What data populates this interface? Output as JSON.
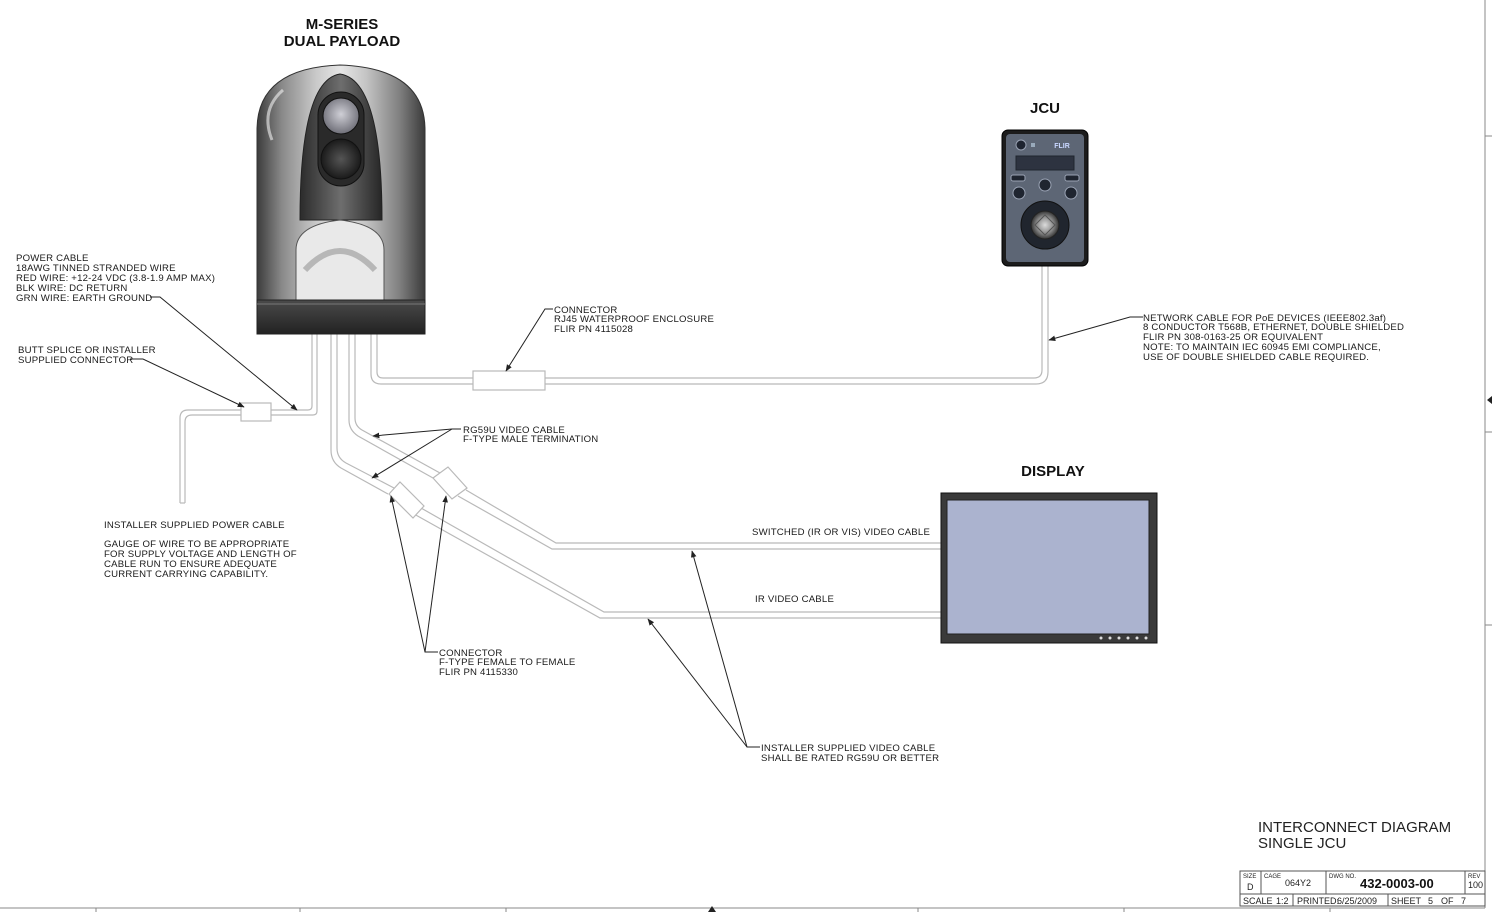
{
  "components": {
    "camera": {
      "title_line1": "M-SERIES",
      "title_line2": "DUAL PAYLOAD"
    },
    "jcu": {
      "title": "JCU",
      "brand": "FLIR"
    },
    "display": {
      "title": "DISPLAY"
    }
  },
  "notes": {
    "power_cable": [
      "POWER CABLE",
      "18AWG TINNED STRANDED WIRE",
      "RED WIRE: +12-24 VDC (3.8-1.9 AMP MAX)",
      "BLK WIRE: DC RETURN",
      "GRN WIRE: EARTH GROUND"
    ],
    "butt_splice": [
      "BUTT SPLICE OR INSTALLER",
      "SUPPLIED CONNECTOR"
    ],
    "rj45_connector": [
      "CONNECTOR",
      "RJ45 WATERPROOF ENCLOSURE",
      "FLIR PN 4115028"
    ],
    "network_cable": [
      "NETWORK CABLE FOR PoE DEVICES (IEEE802.3af)",
      "8 CONDUCTOR T568B, ETHERNET, DOUBLE SHIELDED",
      "FLIR PN 308-0163-25 OR EQUIVALENT",
      "NOTE: TO MAINTAIN IEC 60945 EMI COMPLIANCE,",
      "USE OF DOUBLE SHIELDED CABLE REQUIRED."
    ],
    "rg59u": [
      "RG59U VIDEO CABLE",
      "F-TYPE MALE TERMINATION"
    ],
    "installer_power": [
      "INSTALLER SUPPLIED POWER CABLE",
      "",
      "GAUGE OF WIRE TO BE APPROPRIATE",
      "FOR SUPPLY VOLTAGE AND LENGTH OF",
      "CABLE RUN TO ENSURE ADEQUATE",
      "CURRENT CARRYING CAPABILITY."
    ],
    "switched_video": "SWITCHED (IR OR VIS) VIDEO CABLE",
    "ir_video": "IR VIDEO CABLE",
    "f_connector": [
      "CONNECTOR",
      "F-TYPE FEMALE TO FEMALE",
      "FLIR PN 4115330"
    ],
    "installer_video": [
      "INSTALLER SUPPLIED VIDEO CABLE",
      "SHALL BE RATED RG59U OR BETTER"
    ]
  },
  "drawing_title": [
    "INTERCONNECT DIAGRAM",
    "SINGLE JCU"
  ],
  "title_block": {
    "size_label": "SIZE",
    "size": "D",
    "cage_label": "CAGE",
    "cage": "064Y2",
    "dwg_label": "DWG NO.",
    "dwg_no": "432-0003-00",
    "rev_label": "REV",
    "rev": "100",
    "scale_label": "SCALE",
    "scale": "1:2",
    "printed_label": "PRINTED:",
    "printed": "6/25/2009",
    "sheet_label": "SHEET",
    "sheet": "5",
    "of_label": "OF",
    "sheet_total": "7"
  },
  "colors": {
    "cable": "#b9b9b9",
    "screen": "#abb3cf",
    "bezel": "#3a3a3a",
    "jcu_body": "#1c1c1c",
    "jcu_face": "#5d6675"
  }
}
